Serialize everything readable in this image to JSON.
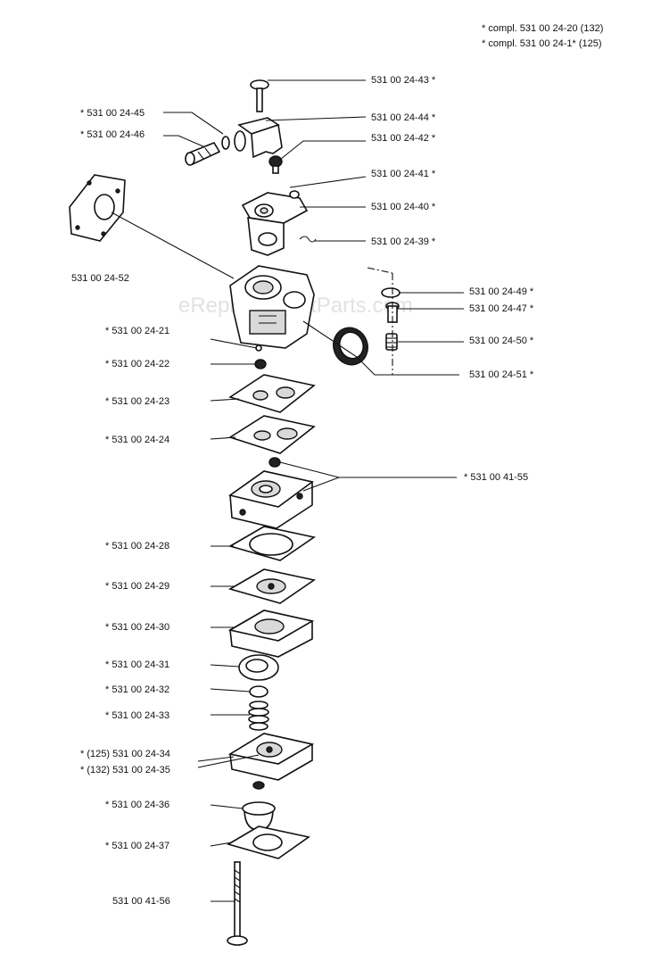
{
  "header": {
    "compl_132": "*  compl. 531 00 24-20 (132)",
    "compl_125": "*  compl. 531 00 24-1* (125)"
  },
  "watermark": "eReplacementParts.com",
  "labels": {
    "p2443": "531 00 24-43  *",
    "p2445": "*   531 00 24-45",
    "p2444": "531 00 24-44  *",
    "p2446": "*   531 00 24-46",
    "p2442": "531 00 24-42  *",
    "p2441": "531 00 24-41  *",
    "p2440": "531 00 24-40  *",
    "p2439": "531 00 24-39  *",
    "p2452": "531 00 24-52",
    "p2449": "531 00 24-49  *",
    "p2447": "531 00 24-47  *",
    "p2450": "531 00 24-50  *",
    "p2451": "531 00 24-51  *",
    "p2421": "*   531 00 24-21",
    "p2422": "*   531 00 24-22",
    "p2423": "*   531 00 24-23",
    "p2424": "*   531 00 24-24",
    "p4155": "*   531 00 41-55",
    "p2428": "*   531 00 24-28",
    "p2429": "*   531 00 24-29",
    "p2430": "*   531 00 24-30",
    "p2431": "*   531 00 24-31",
    "p2432": "*   531 00 24-32",
    "p2433": "*   531 00 24-33",
    "p2434": "*  (125) 531 00 24-34",
    "p2435": "*  (132) 531 00 24-35",
    "p2436": "*   531 00 24-36",
    "p2437": "*   531 00 24-37",
    "p4156": "531 00 41-56"
  }
}
